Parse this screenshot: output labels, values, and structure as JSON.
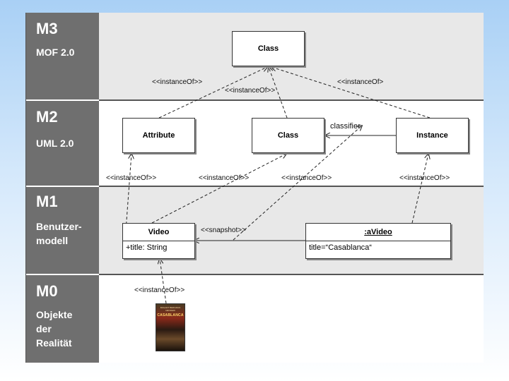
{
  "levels": [
    {
      "id": "M3",
      "desc": "MOF 2.0"
    },
    {
      "id": "M2",
      "desc": "UML 2.0"
    },
    {
      "id": "M1",
      "desc": "Benutzer-\nmodell"
    },
    {
      "id": "M0",
      "desc": "Objekte\nder\nRealität"
    }
  ],
  "m3": {
    "class": "Class"
  },
  "m2": {
    "attribute": "Attribute",
    "class": "Class",
    "instance": "Instance",
    "classifier": "classifier"
  },
  "m1": {
    "video": {
      "title": "Video",
      "attr": "+title: String"
    },
    "avideo": {
      "title": ":aVideo",
      "attr": "title=“Casablanca“"
    },
    "snapshot": "<<snapshot>>"
  },
  "m0": {
    "poster_title": "CASABLANCA",
    "poster_credits": "BOGART BERGMAN HENREID"
  },
  "labels": {
    "m3_left": "<<instanceOf>>",
    "m3_mid": "<<instanceOf>>",
    "m3_right": "<<instanceOf>",
    "m2_1": "<<instanceOf>>",
    "m2_2": "<<instanceOf>>",
    "m2_3": "<<instanceOf>>",
    "m2_4": "<<instanceOf>>",
    "m0": "<<instanceOf>>"
  },
  "colors": {
    "label_bg": "#6f6f6f",
    "row_alt": "#e8e8e8",
    "bg_top": "#a9d0f5"
  }
}
